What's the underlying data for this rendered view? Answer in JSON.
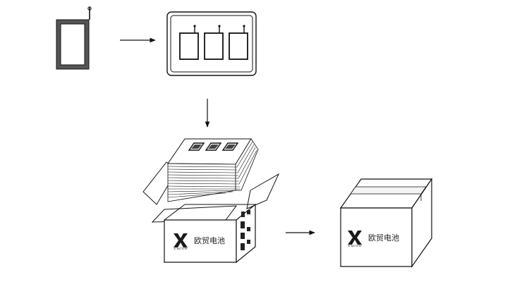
{
  "steps": [
    {
      "id": "single-battery-cell",
      "label": ""
    },
    {
      "id": "tray-with-three-cells",
      "label": ""
    },
    {
      "id": "open-box-stacked-trays",
      "label": ""
    },
    {
      "id": "sealed-shipping-box",
      "label": ""
    }
  ],
  "logo": {
    "brand_mark": "X",
    "brand_sub": "XI BATTERY",
    "brand_cn": "欧贸电池"
  },
  "colors": {
    "line": "#111111",
    "background": "#ffffff"
  }
}
